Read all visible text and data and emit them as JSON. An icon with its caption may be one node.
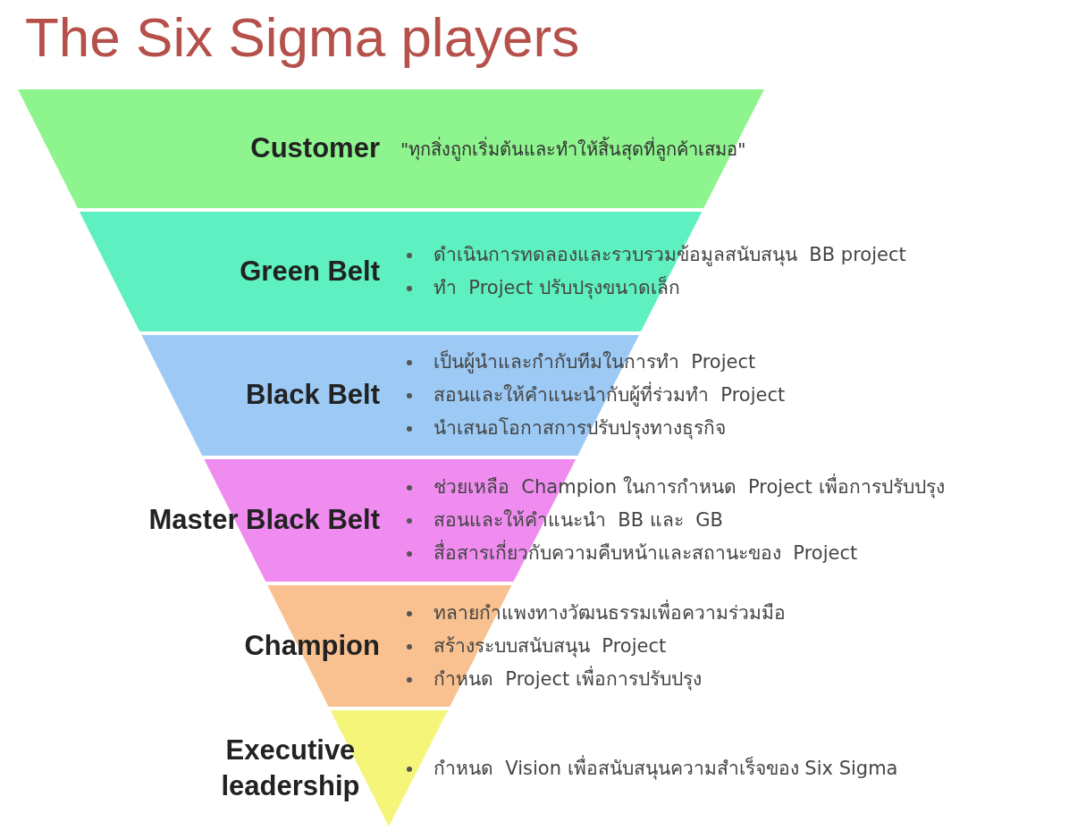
{
  "diagram": {
    "title": "The Six Sigma players",
    "nodes": [
      {
        "text": [
          "Customer",
          "\"ทุกสิ่งถูกเริ่มต้นและทำให้สิ้นสุดที่ลูกค้าเสมอ\""
        ]
      },
      {
        "text": [
          "Green Belt",
          "ดำเนินการทดลองและรวบรวมข้อมูลสนับสนุน  BB project",
          "ทำ  Project ปรับปรุงขนาดเล็ก"
        ]
      },
      {
        "text": [
          "Black Belt",
          "เป็นผู้นำและกำกับทีมในการทำ  Project",
          "สอนและให้คำแนะนำกับผู้ที่ร่วมทำ  Project",
          "นำเสนอโอกาสการปรับปรุงทางธุรกิจ"
        ]
      },
      {
        "text": [
          "Master Black Belt",
          "ช่วยเหลือ  Champion ในการกำหนด  Project เพื่อการปรับปรุง",
          "สอนและให้คำแนะนำ  BB และ  GB",
          "สื่อสารเกี่ยวกับความคืบหน้าและสถานะของ  Project"
        ]
      },
      {
        "text": [
          "Champion",
          "ทลายกำแพงทางวัฒนธรรมเพื่อความร่วมมือ",
          "สร้างระบบสนับสนุน  Project",
          "กำหนด  Project เพื่อการปรับปรุง"
        ]
      },
      {
        "text": [
          "Executive leadership",
          "กำหนด  Vision เพื่อสนับสนุนความสำเร็จของ Six Sigma"
        ]
      }
    ]
  }
}
